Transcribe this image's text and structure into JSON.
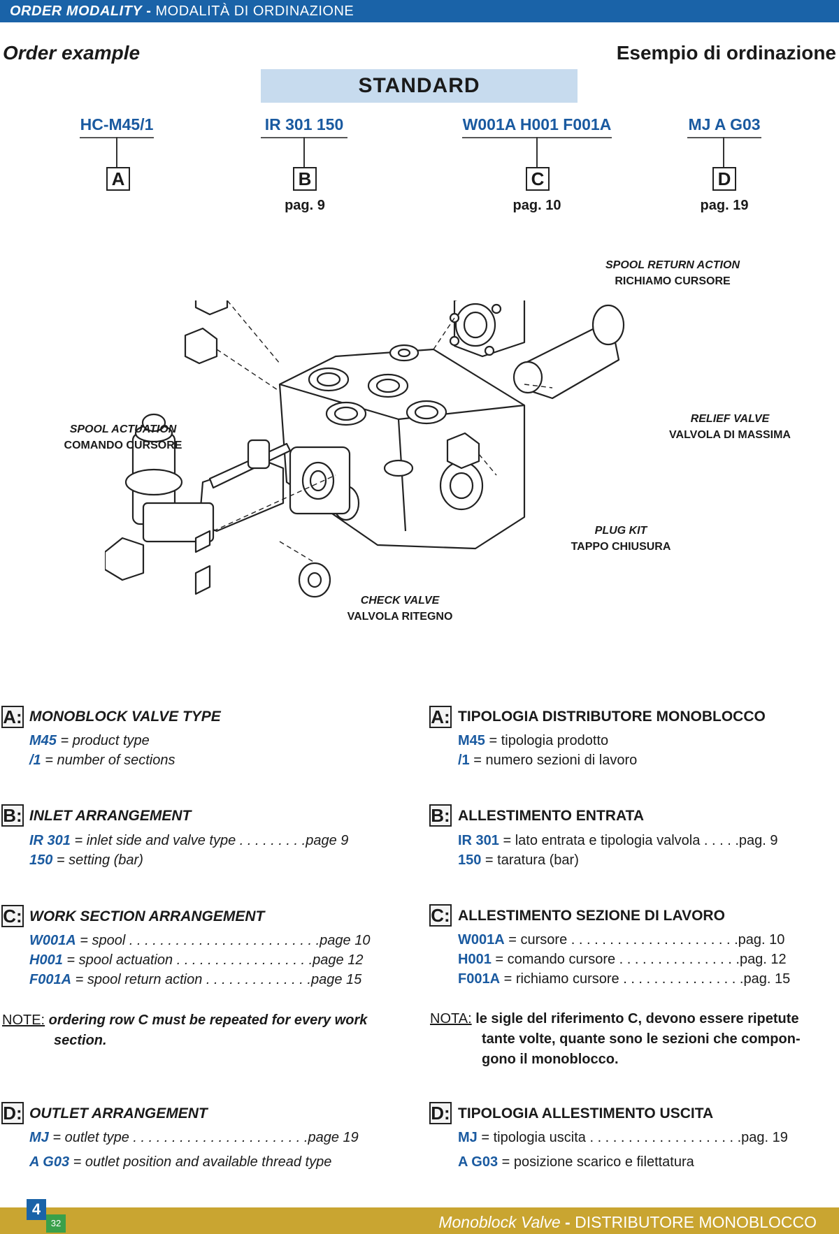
{
  "header": {
    "title_en": "ORDER MODALITY",
    "separator": "-",
    "title_it": "MODALITÀ DI ORDINAZIONE"
  },
  "heading_en": "Order example",
  "heading_it": "Esempio di ordinazione",
  "standard_label": "STANDARD",
  "codes": [
    {
      "code": "HC-M45/1",
      "letter": "A",
      "page": ""
    },
    {
      "code": "IR 301 150",
      "letter": "B",
      "page": "pag. 9"
    },
    {
      "code": "W001A H001 F001A",
      "letter": "C",
      "page": "pag. 10"
    },
    {
      "code": "MJ A G03",
      "letter": "D",
      "page": "pag. 19"
    }
  ],
  "diagram_labels": {
    "spool_return": {
      "en": "SPOOL RETURN ACTION",
      "it": "RICHIAMO CURSORE"
    },
    "spool_actuation": {
      "en": "SPOOL ACTUATION",
      "it": "COMANDO CURSORE"
    },
    "relief_valve": {
      "en": "RELIEF VALVE",
      "it": "VALVOLA DI MASSIMA"
    },
    "plug_kit": {
      "en": "PLUG KIT",
      "it": "TAPPO CHIUSURA"
    },
    "check_valve": {
      "en": "CHECK VALVE",
      "it": "VALVOLA RITEGNO"
    }
  },
  "sections_en": {
    "A": {
      "letter": "A:",
      "title": "MONOBLOCK VALVE TYPE",
      "rows": [
        {
          "k": "M45",
          "t": " = product type"
        },
        {
          "k": "/1",
          "t": " = number of sections"
        }
      ]
    },
    "B": {
      "letter": "B:",
      "title": "INLET ARRANGEMENT",
      "rows": [
        {
          "k": "IR 301",
          "t": " = inlet side and valve type   . . . . . . . . .page  9"
        },
        {
          "k": "150",
          "t": " = setting (bar)"
        }
      ]
    },
    "C": {
      "letter": "C:",
      "title": "WORK SECTION ARRANGEMENT",
      "rows": [
        {
          "k": "W001A",
          "t": " = spool . . . . . . . . . . . . . . . . . . . . . . . . .page 10"
        },
        {
          "k": "H001",
          "t": " = spool actuation . . . . . . . . . . . . . . . . . .page 12"
        },
        {
          "k": "F001A",
          "t": " = spool return action  . . . . . . . . . . . . . .page 15"
        }
      ]
    },
    "note": {
      "key": "NOTE:",
      "text1": " ordering row C must be repeated for every work",
      "text2": "section."
    },
    "D": {
      "letter": "D:",
      "title": "OUTLET ARRANGEMENT",
      "rows": [
        {
          "k": "MJ",
          "t": " = outlet type  . . . . . . . . . . . . . . . . . . . . . . .page 19"
        },
        {
          "k": "A G03",
          "t": " = outlet position and available thread type"
        }
      ]
    }
  },
  "sections_it": {
    "A": {
      "letter": "A:",
      "title": "TIPOLOGIA DISTRIBUTORE MONOBLOCCO",
      "rows": [
        {
          "k": "M45",
          "t": " = tipologia prodotto"
        },
        {
          "k": "/1",
          "t": " = numero sezioni di lavoro"
        }
      ]
    },
    "B": {
      "letter": "B:",
      "title": "ALLESTIMENTO ENTRATA",
      "rows": [
        {
          "k": "IR 301",
          "t": " = lato entrata e tipologia valvola   . . . . .pag.  9"
        },
        {
          "k": "150",
          "t": " = taratura (bar)"
        }
      ]
    },
    "C": {
      "letter": "C:",
      "title": "ALLESTIMENTO SEZIONE DI LAVORO",
      "rows": [
        {
          "k": "W001A",
          "t": " = cursore   . . . . . . . . . . . . . . . . . . . . . .pag. 10"
        },
        {
          "k": "H001",
          "t": " = comando cursore  . . . . . . . . . . . . . . . .pag. 12"
        },
        {
          "k": "F001A",
          "t": " = richiamo cursore . . . . . . . . . . . . . . . .pag. 15"
        }
      ]
    },
    "note": {
      "key": "NOTA:",
      "text1": " le sigle del riferimento C, devono essere ripetute",
      "text2": "tante volte, quante sono le sezioni che compon-",
      "text3": "gono il monoblocco."
    },
    "D": {
      "letter": "D:",
      "title": "TIPOLOGIA ALLESTIMENTO USCITA",
      "rows": [
        {
          "k": "MJ",
          "t": " = tipologia uscita  . . . . . . . . . . . . . . . . . . . .pag. 19"
        },
        {
          "k": "A G03",
          "t": " = posizione scarico e filettatura"
        }
      ]
    }
  },
  "footer": {
    "page_number": "4",
    "sub_number": "32",
    "title_en": "Monoblock Valve",
    "separator": "-",
    "title_it": "DISTRIBUTORE MONOBLOCCO"
  },
  "colors": {
    "header_blue": "#1a63a8",
    "code_blue": "#1a5aa0",
    "standard_bg": "#c7dbee",
    "footer_gold": "#c9a531",
    "page_green": "#3aa04a"
  }
}
